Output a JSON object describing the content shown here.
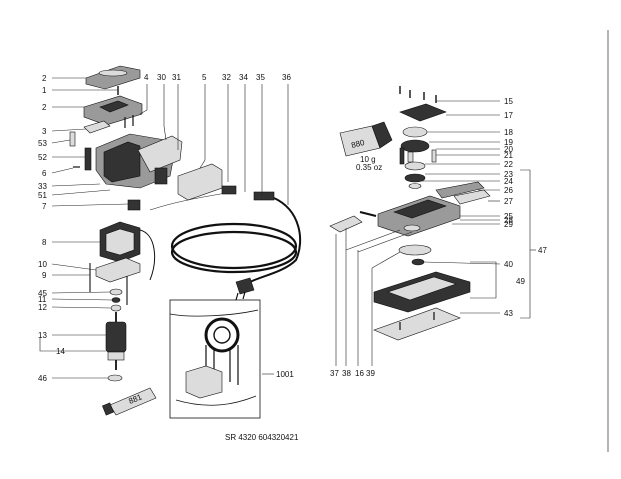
{
  "callouts_left": [
    "2",
    "1",
    "2",
    "3",
    "53",
    "52",
    "6",
    "33",
    "51",
    "7",
    "8",
    "10",
    "9",
    "45",
    "11",
    "12",
    "13",
    "14",
    "46"
  ],
  "callouts_top": [
    "4",
    "30",
    "31",
    "5",
    "32",
    "34",
    "35",
    "36"
  ],
  "callouts_right": [
    "15",
    "17",
    "18",
    "19",
    "20",
    "21",
    "22",
    "23",
    "24",
    "26",
    "27",
    "25",
    "28",
    "29",
    "40",
    "49",
    "43",
    "47"
  ],
  "callouts_bottom": [
    "37",
    "38",
    "16",
    "39"
  ],
  "inset_label": "1001",
  "tube_left": "881",
  "tube_right": "880",
  "grease_note_1": "10 g",
  "grease_note_2": "0.35 oz",
  "footer_text": "SR 4320  604320421"
}
